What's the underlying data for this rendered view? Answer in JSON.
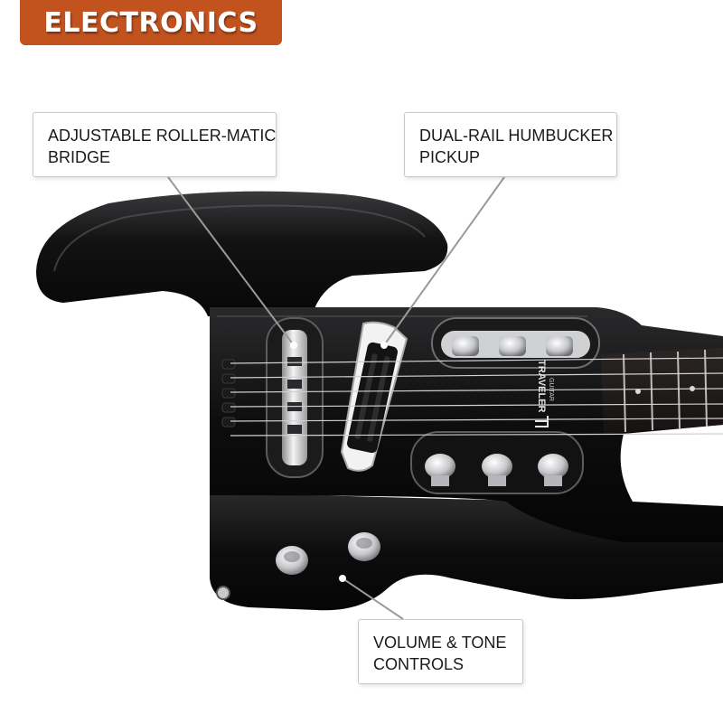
{
  "banner": {
    "title": "ELECTRONICS"
  },
  "callouts": {
    "bridge": {
      "line1": "ADJUSTABLE ROLLER-MATIC",
      "line2": "BRIDGE"
    },
    "pickup": {
      "line1": "DUAL-RAIL HUMBUCKER",
      "line2": "PICKUP"
    },
    "controls": {
      "line1": "VOLUME & TONE",
      "line2": "CONTROLS"
    }
  },
  "logo": {
    "brand": "TRAVELER",
    "sub": "GUITAR"
  },
  "colors": {
    "banner": "#c2531f",
    "body": "#0e0e0f",
    "chrome": "#d9dadc",
    "leader": "#9a9a9a"
  },
  "icons": [
    "guitar-body",
    "bridge-saddles",
    "humbucker-pickup",
    "tuner-knobs",
    "control-knobs",
    "output-jack"
  ]
}
